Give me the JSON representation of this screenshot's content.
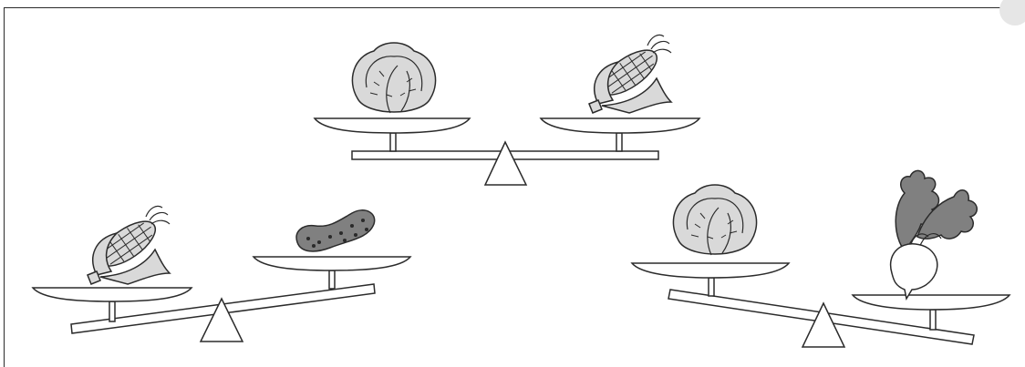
{
  "colors": {
    "line": "#2b2b2b",
    "pan": "#ffffff",
    "produce_light": "#d9d9d9",
    "produce_dark": "#808080",
    "page_curl": "#e6e6e6"
  },
  "scales": [
    {
      "id": "top",
      "state": "balanced",
      "left_item": "cabbage",
      "right_item": "corn"
    },
    {
      "id": "bottom-left",
      "state": "tilted-left-down",
      "left_item": "corn",
      "right_item": "cucumber"
    },
    {
      "id": "bottom-right",
      "state": "tilted-right-down",
      "left_item": "cabbage",
      "right_item": "radish"
    }
  ]
}
